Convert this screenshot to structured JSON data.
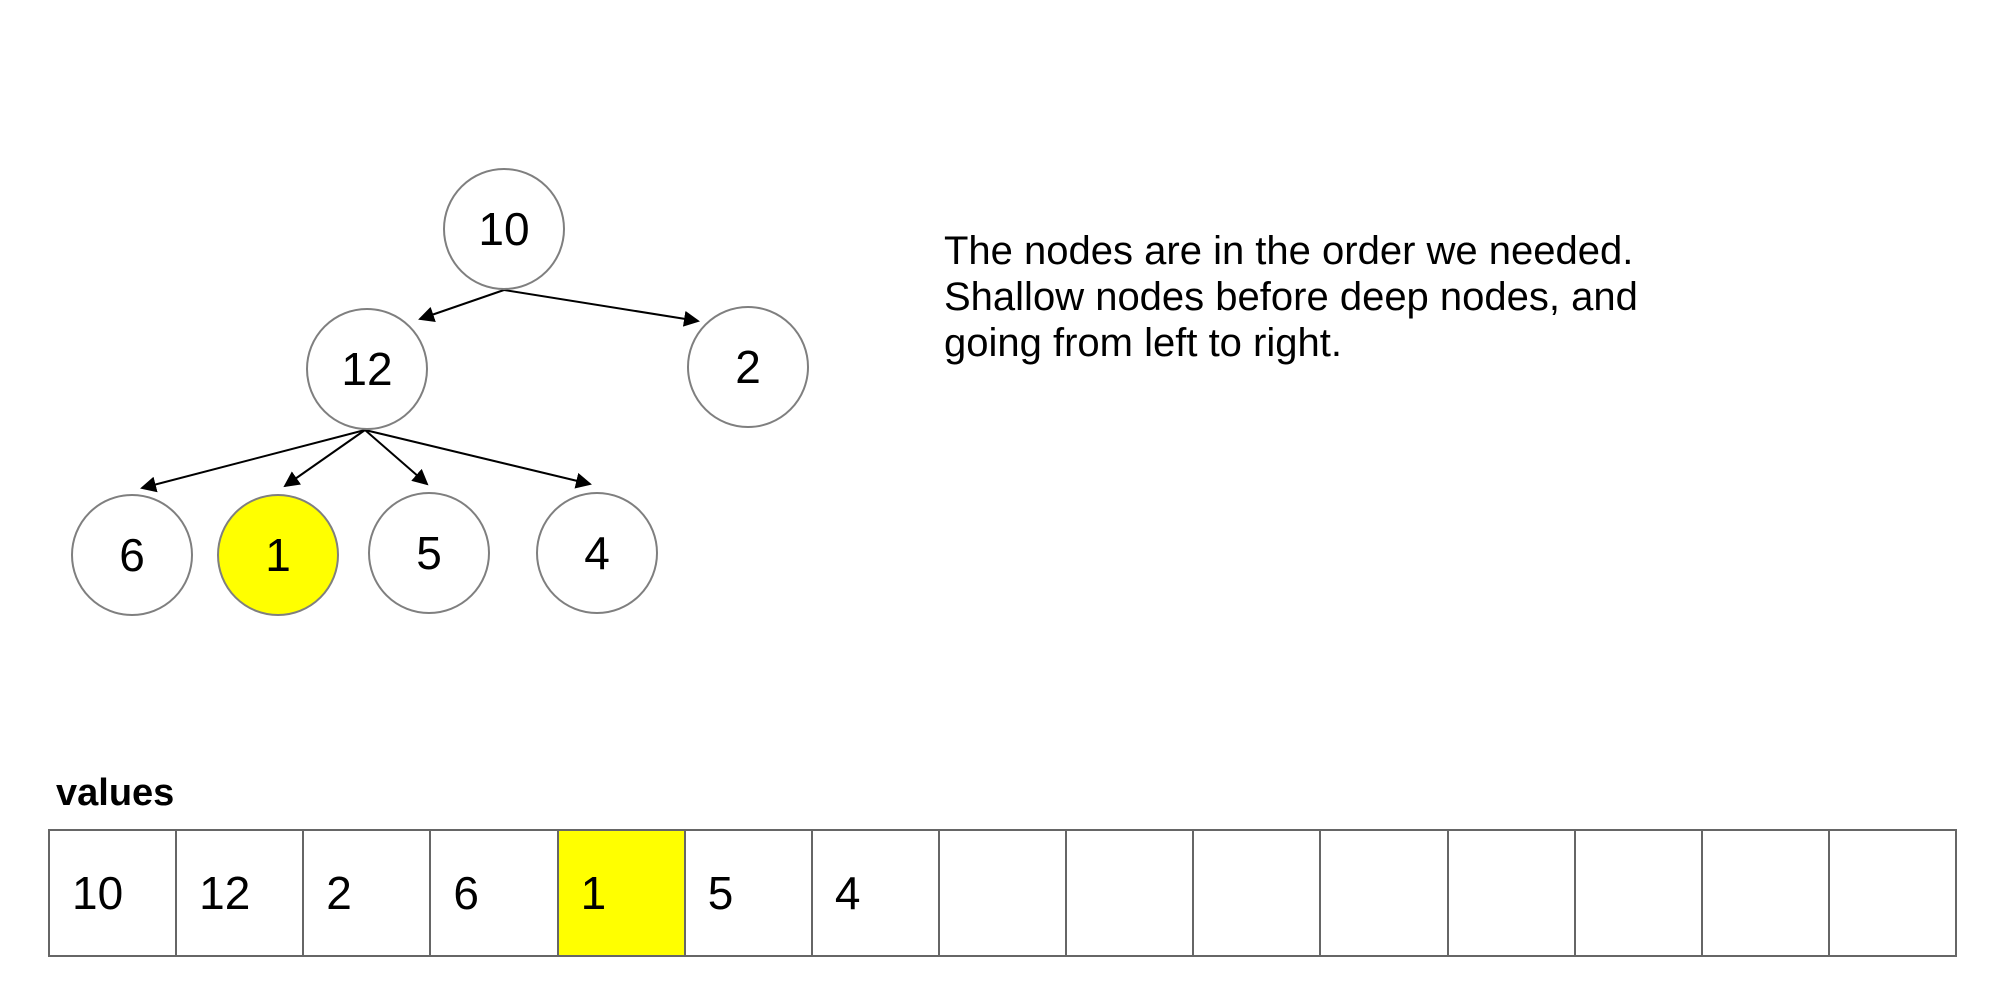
{
  "colors": {
    "highlight": "#FFFF00",
    "node_stroke": "#7f7f7f",
    "edge": "#000000",
    "array_border": "#666666",
    "text": "#000000"
  },
  "tree": {
    "nodes": [
      {
        "value": "10",
        "highlighted": false
      },
      {
        "value": "12",
        "highlighted": false
      },
      {
        "value": "2",
        "highlighted": false
      },
      {
        "value": "6",
        "highlighted": false
      },
      {
        "value": "1",
        "highlighted": true
      },
      {
        "value": "5",
        "highlighted": false
      },
      {
        "value": "4",
        "highlighted": false
      }
    ]
  },
  "annotation": {
    "lines": [
      "The nodes are in the order we needed.",
      "Shallow nodes before deep nodes, and",
      "going from left to right."
    ]
  },
  "values_array": {
    "label": "values",
    "cells": [
      "10",
      "12",
      "2",
      "6",
      "1",
      "5",
      "4",
      "",
      "",
      "",
      "",
      "",
      "",
      "",
      ""
    ],
    "highlighted_index": 4
  }
}
